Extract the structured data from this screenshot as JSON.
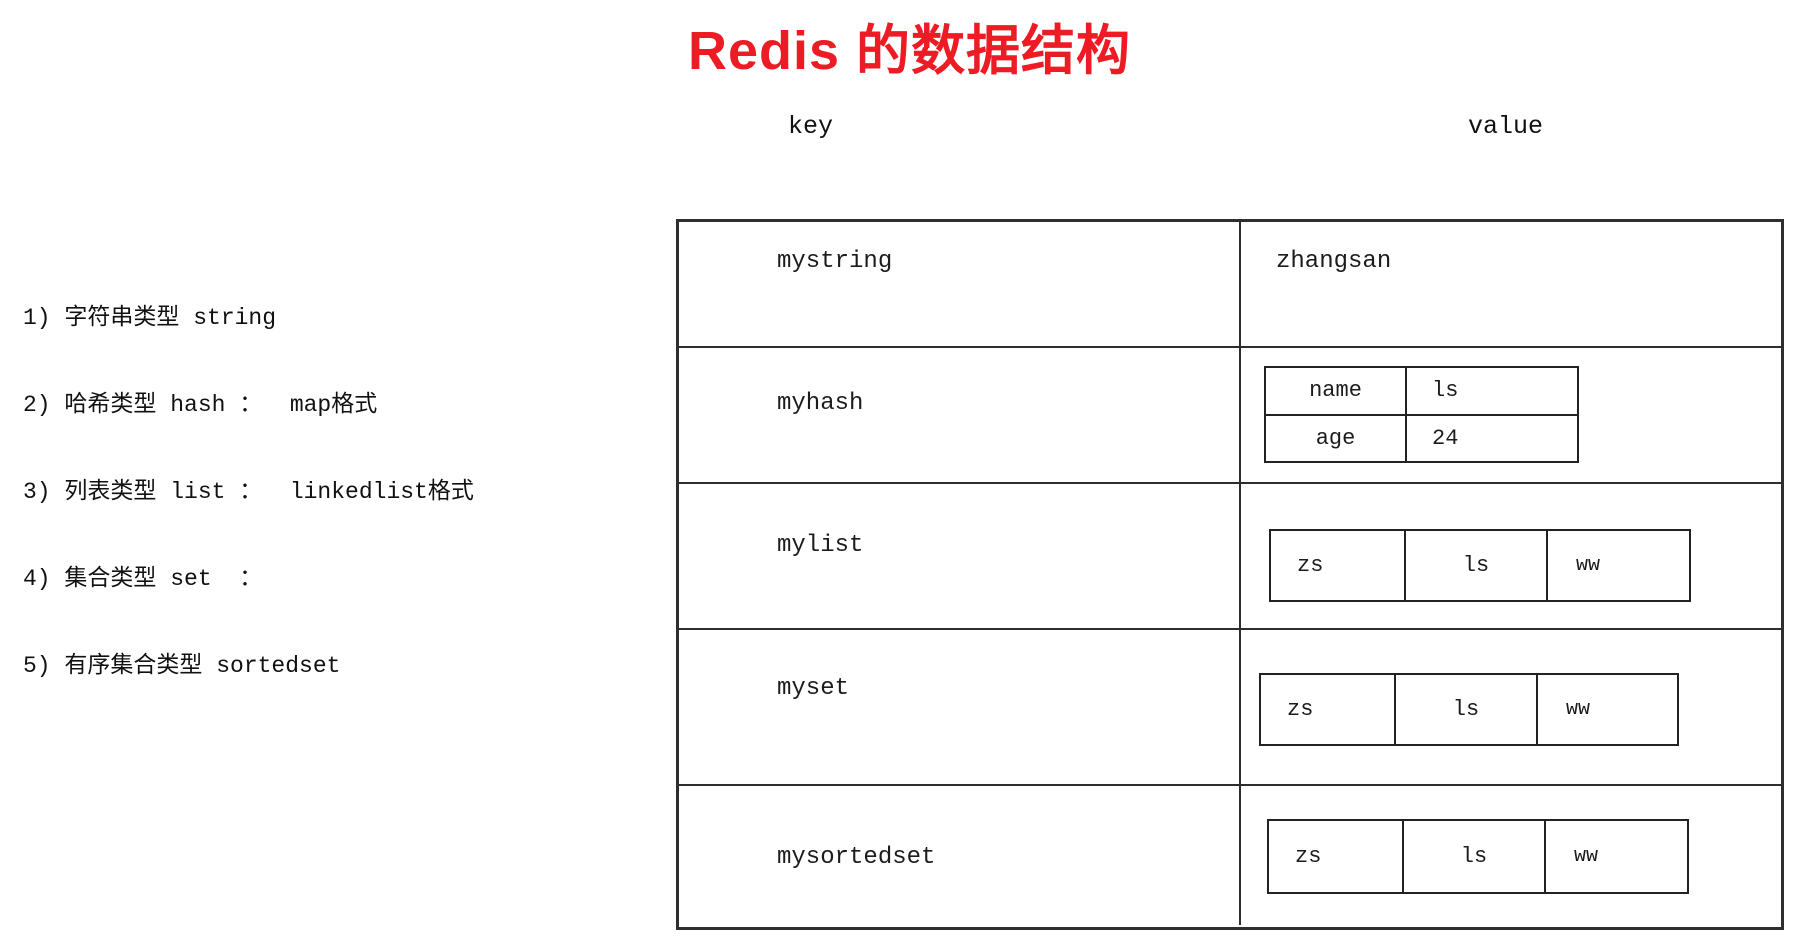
{
  "title": "Redis 的数据结构",
  "title_color": "#ed1c24",
  "column_headers": {
    "key": "key",
    "value": "value"
  },
  "notes": {
    "line1": "1) 字符串类型 string",
    "line2": "2) 哈希类型 hash ：  map格式",
    "line3": "3) 列表类型 list ：  linkedlist格式",
    "line4": "4) 集合类型 set  ：",
    "line5": "5) 有序集合类型 sortedset"
  },
  "table": {
    "rows": [
      {
        "key": "mystring",
        "value_type": "text",
        "value": "zhangsan"
      },
      {
        "key": "myhash",
        "value_type": "map",
        "entries": [
          {
            "field": "name",
            "value": "ls"
          },
          {
            "field": "age",
            "value": "24"
          }
        ]
      },
      {
        "key": "mylist",
        "value_type": "list",
        "items": [
          "zs",
          "ls",
          "ww"
        ]
      },
      {
        "key": "myset",
        "value_type": "list",
        "items": [
          "zs",
          "ls",
          "ww"
        ]
      },
      {
        "key": "mysortedset",
        "value_type": "list",
        "items": [
          "zs",
          "ls",
          "ww"
        ]
      }
    ]
  }
}
